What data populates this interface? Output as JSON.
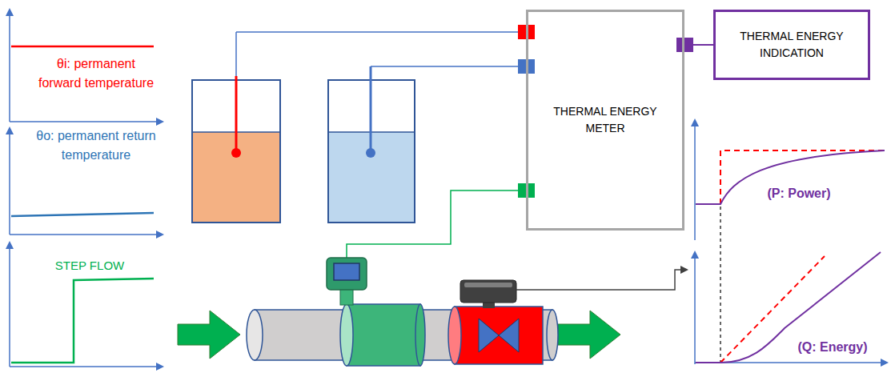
{
  "diagram": {
    "nodes": [
      {
        "text": [
          "THERMAL ENERGY METER"
        ]
      },
      {
        "text": [
          "THERMAL ENERGY INDICATION"
        ]
      }
    ],
    "edges": [
      {
        "from": 0,
        "to": 1,
        "arrow": "none"
      }
    ],
    "labels": [
      "θi: permanent forward temperature",
      "θo: permanent return temperature",
      "STEP FLOW",
      "(P: Power)",
      "(Q: Energy)"
    ]
  }
}
